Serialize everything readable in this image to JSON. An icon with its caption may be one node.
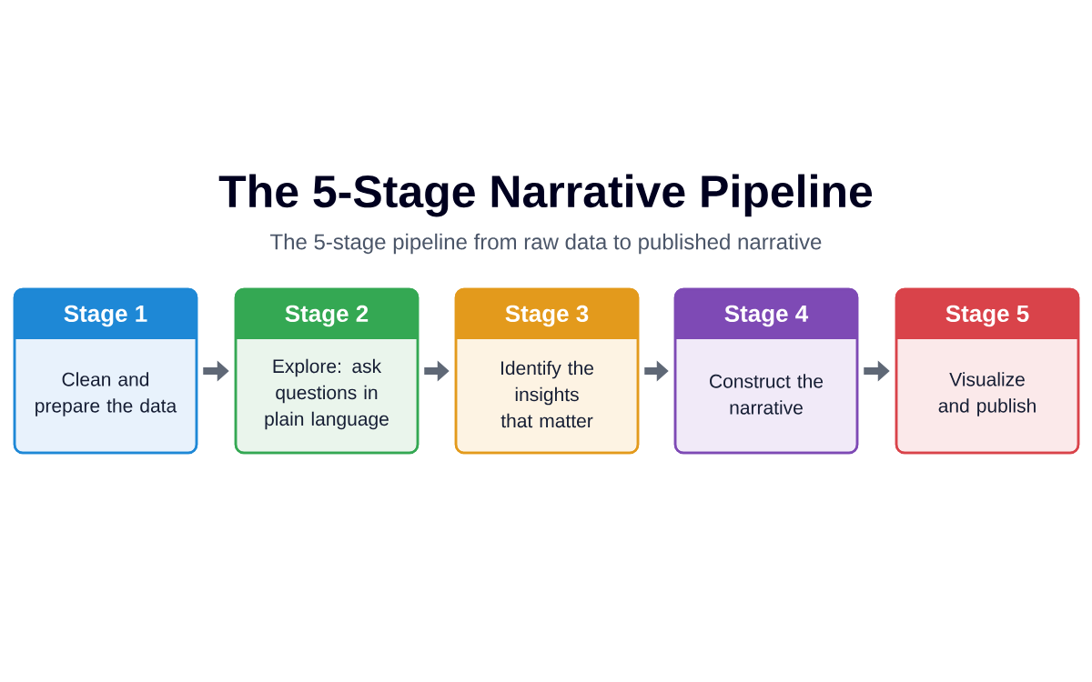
{
  "diagram": {
    "title": "The 5-Stage Narrative Pipeline",
    "caption": "The 5-stage pipeline from raw data to published narrative",
    "nodes": [
      {
        "text": [
          "Stage 1",
          "Clean and prepare the data"
        ]
      },
      {
        "text": [
          "Stage 2",
          "Explore: ask questions in plain language"
        ]
      },
      {
        "text": [
          "Stage 3",
          "Identify the insights that matter"
        ]
      },
      {
        "text": [
          "Stage 4",
          "Construct the narrative"
        ]
      },
      {
        "text": [
          "Stage 5",
          "Visualize and publish"
        ]
      }
    ],
    "edges": [
      {
        "from": 0,
        "to": 1,
        "arrow": "to"
      },
      {
        "from": 1,
        "to": 2,
        "arrow": "to"
      },
      {
        "from": 2,
        "to": 3,
        "arrow": "to"
      },
      {
        "from": 3,
        "to": 4,
        "arrow": "to"
      }
    ]
  }
}
